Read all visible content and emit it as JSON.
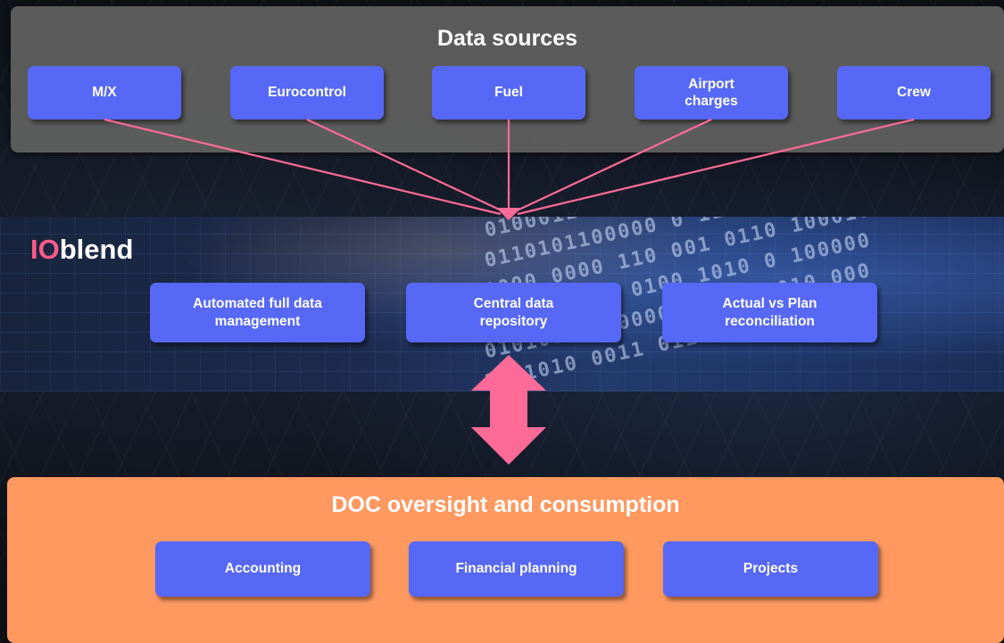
{
  "data_sources": {
    "title": "Data sources",
    "items": [
      {
        "label": "M/X"
      },
      {
        "label": "Eurocontrol"
      },
      {
        "label": "Fuel"
      },
      {
        "label": "Airport\ncharges"
      },
      {
        "label": "Crew"
      }
    ]
  },
  "ioblend": {
    "logo_prefix": "IO",
    "logo_suffix": "blend",
    "features": [
      {
        "label": "Automated full data\nmanagement"
      },
      {
        "label": "Central data\nrepository"
      },
      {
        "label": "Actual vs Plan\nreconciliation"
      }
    ]
  },
  "doc": {
    "title": "DOC oversight and consumption",
    "items": [
      {
        "label": "Accounting"
      },
      {
        "label": "Financial planning"
      },
      {
        "label": "Projects"
      }
    ]
  },
  "colors": {
    "box": "#5668f5",
    "connector": "#ff6b98",
    "accent": "#ff5c8a",
    "doc_panel": "#ff9960",
    "sources_panel": "#5f5f5f"
  }
}
